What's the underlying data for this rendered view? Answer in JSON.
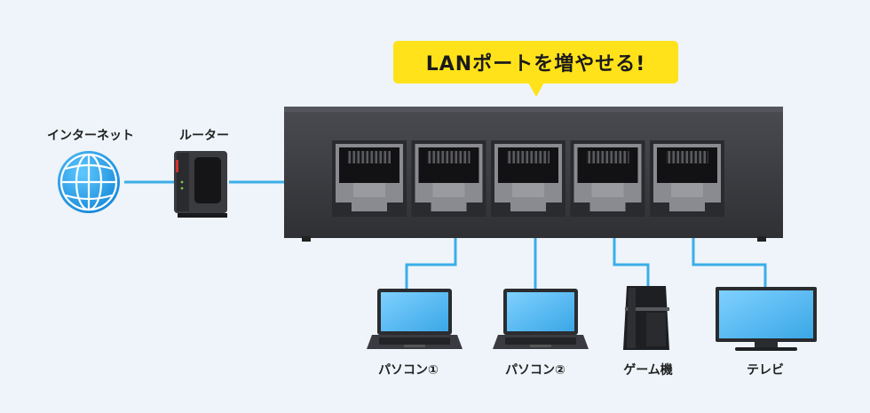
{
  "callout": {
    "text": "LANポートを増やせる!"
  },
  "labels": {
    "internet": "インターネット",
    "router": "ルーター",
    "pc1": "パソコン①",
    "pc2": "パソコン②",
    "game": "ゲーム機",
    "tv": "テレビ"
  },
  "colors": {
    "cable": "#3aaee8",
    "callout": "#ffe21a",
    "background": "#eef4f9",
    "switch_body": "#3b3c40",
    "screen": "#58b9ef"
  },
  "icons": [
    "globe-icon",
    "router-icon",
    "laptop-icon",
    "game-console-icon",
    "tv-icon"
  ]
}
